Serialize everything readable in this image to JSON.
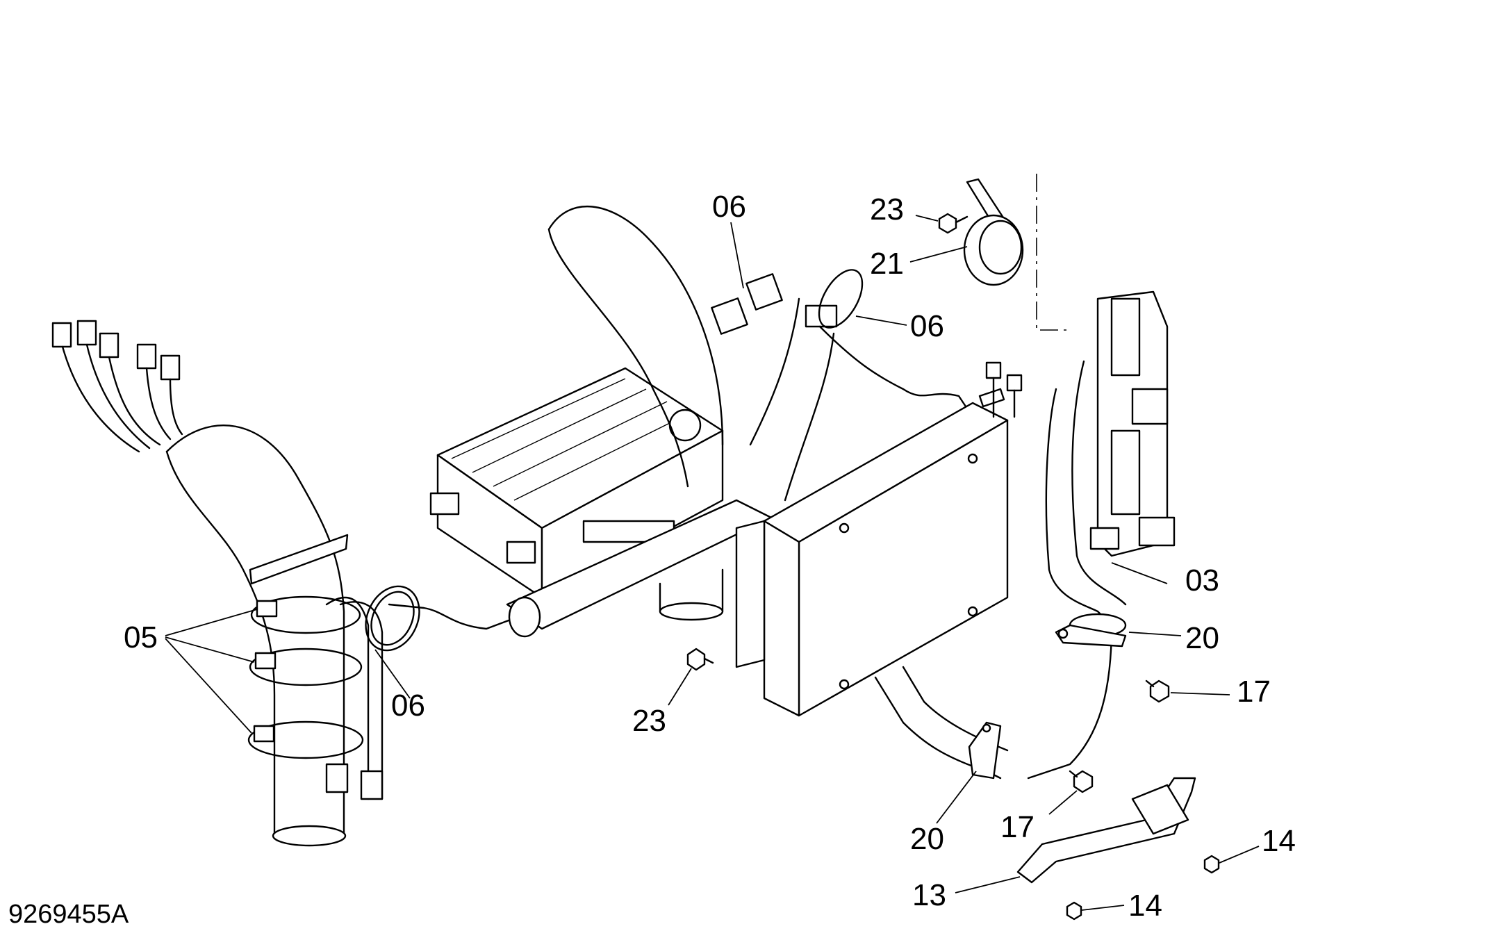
{
  "drawing_number": "9269455A",
  "callouts": {
    "c05": "05",
    "c06_left": "06",
    "c06_top": "06",
    "c06_right": "06",
    "c23_top": "23",
    "c21": "21",
    "c03": "03",
    "c20_right": "20",
    "c17_right": "17",
    "c23_mid": "23",
    "c20_bottom": "20",
    "c17_bottom": "17",
    "c14_right": "14",
    "c13": "13",
    "c14_bottom": "14"
  }
}
